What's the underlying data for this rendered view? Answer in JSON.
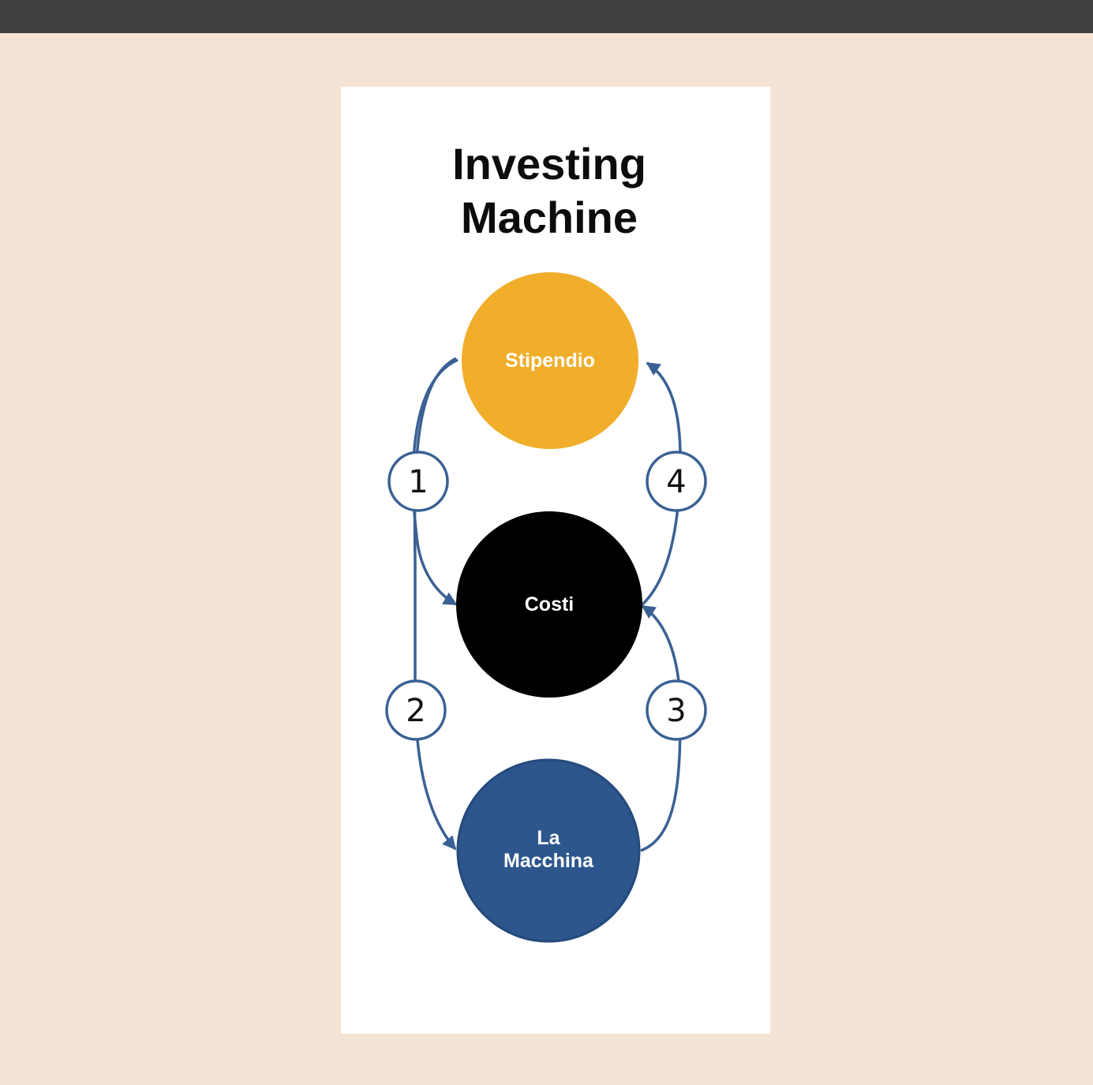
{
  "title": {
    "line1": "Investing",
    "line2": "Machine"
  },
  "colors": {
    "background": "#f5e4d6",
    "topbar": "#404040",
    "card": "#ffffff",
    "stipendio": "#f0ae2b",
    "costi": "#000000",
    "macchina": "#2d568d",
    "macchina_border": "#244a7b",
    "arrow": "#3a6193"
  },
  "nodes": {
    "stipendio": {
      "label": "Stipendio"
    },
    "costi": {
      "label": "Costi"
    },
    "macchina": {
      "line1": "La",
      "line2": "Macchina"
    }
  },
  "steps": {
    "step1": "1",
    "step2": "2",
    "step3": "3",
    "step4": "4"
  }
}
